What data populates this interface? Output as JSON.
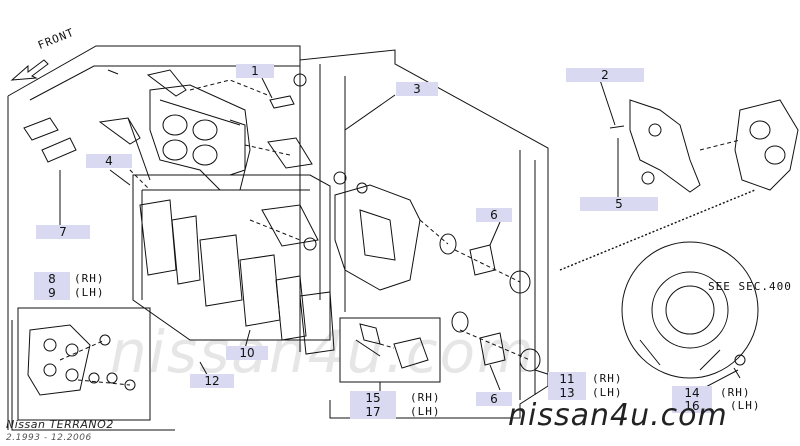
{
  "front_label": "FRONT",
  "see_sec": "SEE SEC.400",
  "callouts": {
    "c1": "1",
    "c2": "2",
    "c3": "3",
    "c4": "4",
    "c5": "5",
    "c6a": "6",
    "c6b": "6",
    "c7": "7",
    "c8": "8",
    "c9": "9",
    "c10": "10",
    "c11": "11",
    "c12": "12",
    "c13": "13",
    "c14": "14",
    "c15": "15",
    "c16": "16",
    "c17": "17"
  },
  "sides": {
    "rh": "(RH)",
    "lh": "(LH)"
  },
  "watermark": {
    "large_left": "nissan4u.com",
    "bottom_right": "nissan4u.com"
  },
  "model": {
    "name": "Nissan TERRANO2",
    "dates": "2.1993 - 12.2006"
  }
}
